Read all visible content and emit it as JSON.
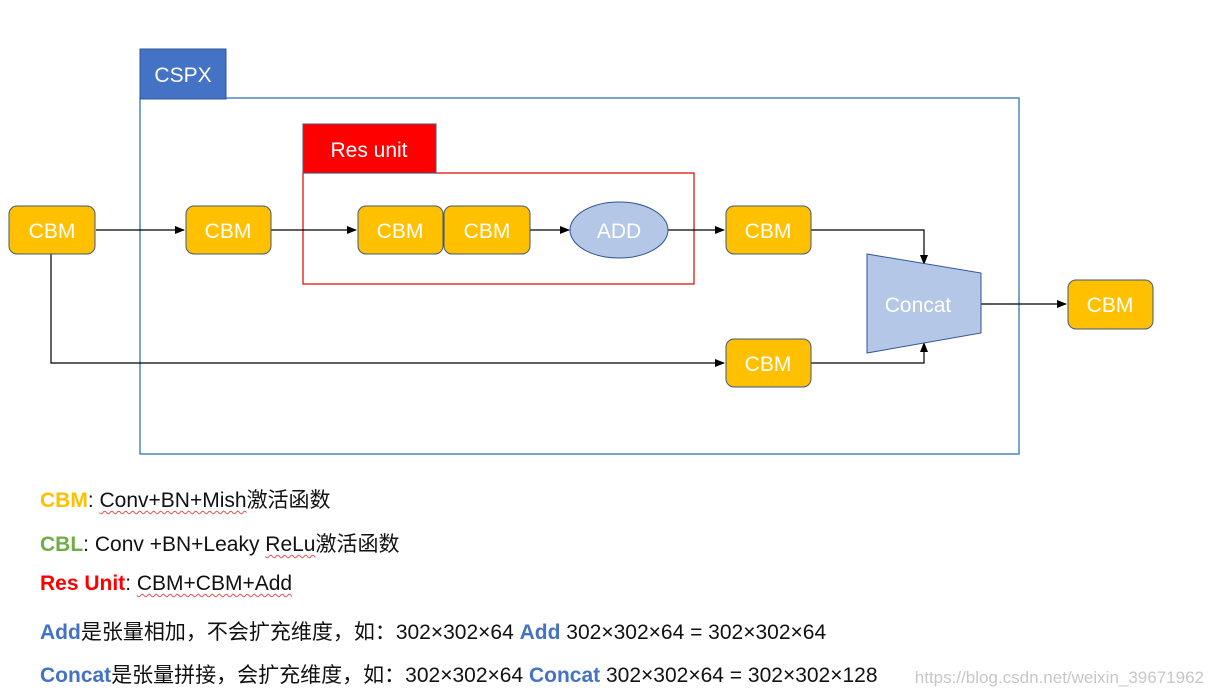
{
  "colors": {
    "cbm_fill": "#FFC000",
    "cbm_border": "#41597C",
    "cspx_label_fill": "#4472C4",
    "cspx_border": "#2E75B6",
    "res_label_fill": "#FF0000",
    "res_border": "#E00000",
    "op_fill": "#B4C7E7",
    "op_border": "#2F5597",
    "key_cbm": "#FFC000",
    "key_cbl": "#70AD47",
    "key_res": "#FF0000",
    "key_op": "#4472C4"
  },
  "diagram": {
    "cspx_label": "CSPX",
    "res_unit_label": "Res unit",
    "nodes": {
      "input_cbm": "CBM",
      "first_cbm": "CBM",
      "res_cbm_1": "CBM",
      "res_cbm_2": "CBM",
      "add": "ADD",
      "after_res_cbm": "CBM",
      "shortcut_cbm": "CBM",
      "concat": "Concat",
      "output_cbm": "CBM"
    }
  },
  "legend": [
    {
      "key": "CBM",
      "sep": ": ",
      "text": "Conv+BN+Mish",
      "suffix": "激活函数"
    },
    {
      "key": "CBL",
      "sep": ": ",
      "text": "Conv +BN+Leaky ",
      "wavy": "ReLu",
      "suffix": "激活函数"
    },
    {
      "key": "Res Unit",
      "sep": ": ",
      "text": "CBM+CBM+Add"
    },
    {
      "key": "Add",
      "text": "是张量相加，不会扩充维度，如：302×302×64 ",
      "key2": "Add",
      "text2": " 302×302×64 = 302×302×64"
    },
    {
      "key": "Concat",
      "text": "是张量拼接，会扩充维度，如：302×302×64 ",
      "key2": "Concat",
      "text2": " 302×302×64 = 302×302×128"
    }
  ],
  "watermark": "https://blog.csdn.net/weixin_39671962"
}
